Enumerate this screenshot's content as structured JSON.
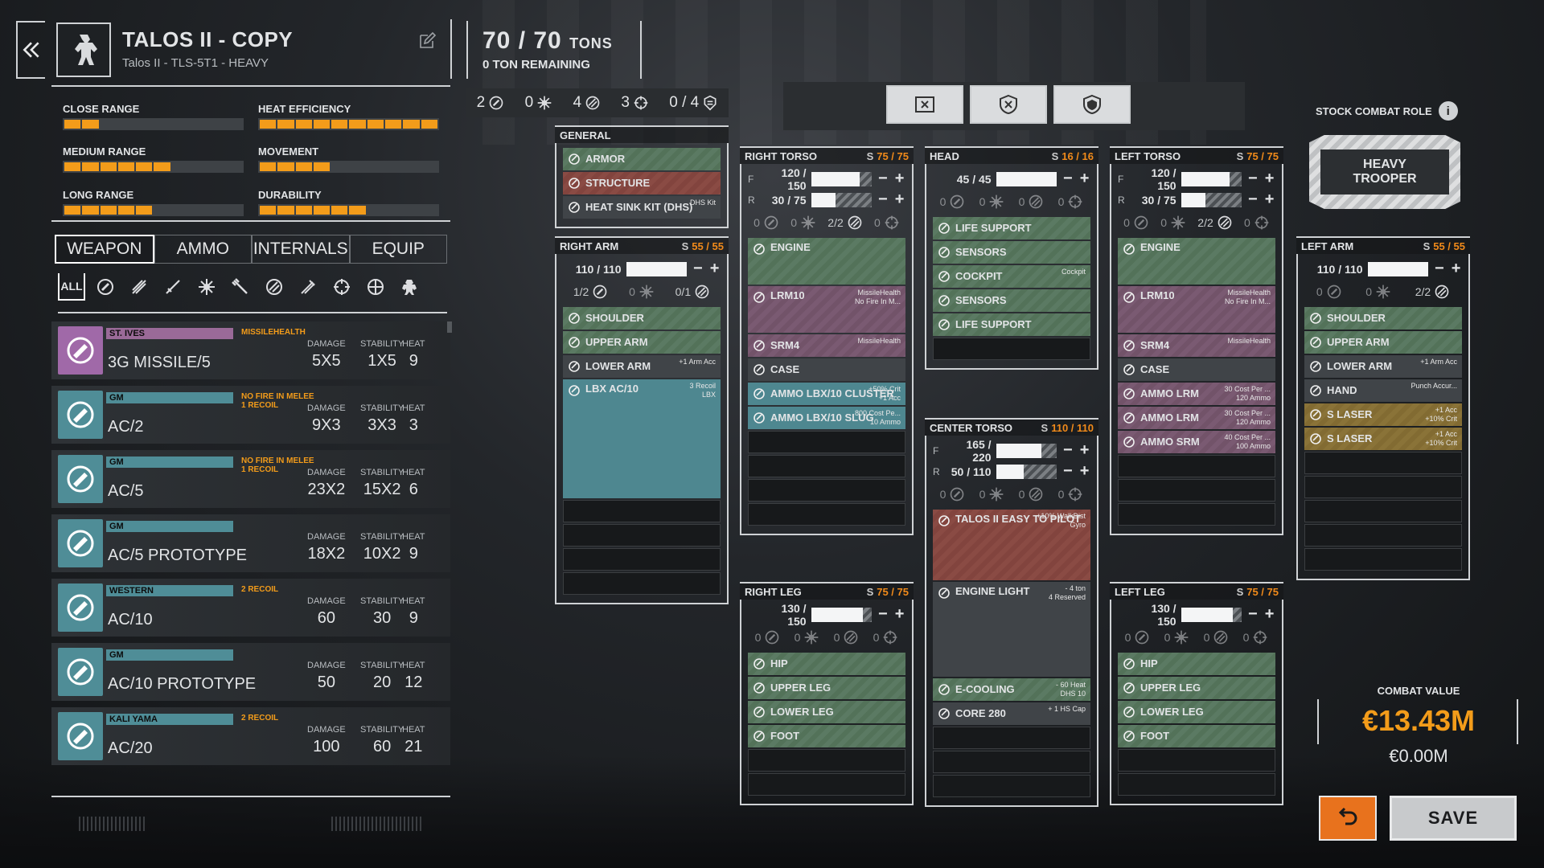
{
  "header": {
    "title": "TALOS II - COPY",
    "subtitle": "Talos II - TLS-5T1 - HEAVY"
  },
  "stats": [
    {
      "label": "CLOSE RANGE",
      "value": 0.24
    },
    {
      "label": "HEAT EFFICIENCY",
      "value": 1.0
    },
    {
      "label": "MEDIUM RANGE",
      "value": 0.6
    },
    {
      "label": "MOVEMENT",
      "value": 0.38
    },
    {
      "label": "LONG RANGE",
      "value": 0.52
    },
    {
      "label": "DURABILITY",
      "value": 0.6
    }
  ],
  "tabs": [
    "WEAPON",
    "AMMO",
    "INTERNALS",
    "EQUIP"
  ],
  "filter_all": "ALL",
  "weapons": [
    {
      "maker": "ST. IVES",
      "tag": "MISSILEHEALTH",
      "name": "3G MISSILE/5",
      "damage": "5X5",
      "stability": "1X5",
      "heat": "9",
      "color": "#a069a8",
      "maker_color": "#9a6a98"
    },
    {
      "maker": "GM",
      "tag": "NO FIRE IN MELEE\n1 RECOIL",
      "name": "AC/2",
      "damage": "9X3",
      "stability": "3X3",
      "heat": "3",
      "color": "#4f8d97",
      "maker_color": "#4f8d97"
    },
    {
      "maker": "GM",
      "tag": "NO FIRE IN MELEE\n1 RECOIL",
      "name": "AC/5",
      "damage": "23X2",
      "stability": "15X2",
      "heat": "6",
      "color": "#4f8d97",
      "maker_color": "#4f8d97"
    },
    {
      "maker": "GM",
      "tag": "",
      "name": "AC/5 PROTOTYPE",
      "damage": "18X2",
      "stability": "10X2",
      "heat": "9",
      "color": "#4f8d97",
      "maker_color": "#4f8d97"
    },
    {
      "maker": "WESTERN",
      "tag": "2 RECOIL",
      "name": "AC/10",
      "damage": "60",
      "stability": "30",
      "heat": "9",
      "color": "#4f8d97",
      "maker_color": "#4f8d97"
    },
    {
      "maker": "GM",
      "tag": "",
      "name": "AC/10 PROTOTYPE",
      "damage": "50",
      "stability": "20",
      "heat": "12",
      "color": "#4f8d97",
      "maker_color": "#4f8d97"
    },
    {
      "maker": "KALI YAMA",
      "tag": "2 RECOIL",
      "name": "AC/20",
      "damage": "100",
      "stability": "60",
      "heat": "21",
      "color": "#4f8d97",
      "maker_color": "#4f8d97"
    }
  ],
  "weapon_stat_labels": {
    "damage": "DAMAGE",
    "stability": "STABILITY",
    "heat": "HEAT"
  },
  "tonnage": {
    "main": "70 / 70",
    "unit": "TONS",
    "remaining": "0 TON REMAINING"
  },
  "hardpoints": [
    {
      "count": "2",
      "icon": "ballistic-icon"
    },
    {
      "count": "0",
      "icon": "energy-icon"
    },
    {
      "count": "4",
      "icon": "missile-icon"
    },
    {
      "count": "3",
      "icon": "support-icon"
    },
    {
      "count": "0 / 4",
      "icon": "jumpjet-icon"
    }
  ],
  "role": {
    "label": "STOCK COMBAT ROLE",
    "value": "HEAVY TROOPER"
  },
  "combat_value": {
    "label": "COMBAT VALUE",
    "value": "€13.43M",
    "delta": "€0.00M"
  },
  "save_label": "SAVE",
  "general": {
    "title": "GENERAL",
    "slots": [
      {
        "name": "ARMOR",
        "extra": "",
        "type": "green"
      },
      {
        "name": "STRUCTURE",
        "extra": "",
        "type": "red"
      },
      {
        "name": "HEAT SINK KIT (DHS)",
        "extra": "DHS Kit",
        "type": "gray"
      }
    ]
  },
  "right_arm": {
    "title": "RIGHT ARM",
    "cap_s": "S",
    "cap": "55 / 55",
    "armor": [
      {
        "face": "",
        "value": "110 / 110",
        "fill": 1.0
      }
    ],
    "hp": [
      "1/2",
      "0",
      "0/1"
    ],
    "slots": [
      {
        "name": "SHOULDER",
        "extra": "",
        "type": "green"
      },
      {
        "name": "UPPER ARM",
        "extra": "",
        "type": "green"
      },
      {
        "name": "LOWER ARM",
        "extra": "+1 Arm Acc",
        "type": "gray"
      },
      {
        "name": "LBX AC/10",
        "extra": "3 Recoil\nLBX",
        "type": "teal",
        "size": "tall6"
      },
      {
        "name": "",
        "extra": "",
        "type": "empty"
      },
      {
        "name": "",
        "extra": "",
        "type": "empty"
      },
      {
        "name": "",
        "extra": "",
        "type": "empty"
      },
      {
        "name": "",
        "extra": "",
        "type": "empty"
      }
    ]
  },
  "right_torso": {
    "title": "RIGHT TORSO",
    "cap_s": "S",
    "cap": "75 / 75",
    "armor": [
      {
        "face": "F",
        "value": "120 / 150",
        "fill": 0.8
      },
      {
        "face": "R",
        "value": "30 / 75",
        "fill": 0.4
      }
    ],
    "hp": [
      "0",
      "0",
      "2/2",
      "0"
    ],
    "slots": [
      {
        "name": "ENGINE",
        "extra": "",
        "type": "green",
        "size": "tall2"
      },
      {
        "name": "LRM10",
        "extra": "MissileHealth\nNo Fire In M...",
        "type": "purple",
        "size": "tall2"
      },
      {
        "name": "SRM4",
        "extra": "MissileHealth",
        "type": "purple"
      },
      {
        "name": "CASE",
        "extra": "",
        "type": "gray"
      },
      {
        "name": "AMMO LBX/10 CLUSTER",
        "extra": "+50% Crit\n+1 Acc",
        "type": "teal"
      },
      {
        "name": "AMMO LBX/10 SLUG",
        "extra": "800 Cost Pe...\n10 Ammo",
        "type": "teal"
      },
      {
        "name": "",
        "extra": "",
        "type": "empty"
      },
      {
        "name": "",
        "extra": "",
        "type": "empty"
      },
      {
        "name": "",
        "extra": "",
        "type": "empty"
      },
      {
        "name": "",
        "extra": "",
        "type": "empty"
      }
    ]
  },
  "head": {
    "title": "HEAD",
    "cap_s": "S",
    "cap": "16 / 16",
    "armor": [
      {
        "face": "",
        "value": "45 / 45",
        "fill": 1.0
      }
    ],
    "hp": [
      "0",
      "0",
      "0",
      "0"
    ],
    "slots": [
      {
        "name": "LIFE SUPPORT",
        "extra": "",
        "type": "green"
      },
      {
        "name": "SENSORS",
        "extra": "",
        "type": "green"
      },
      {
        "name": "COCKPIT",
        "extra": "Cockpit",
        "type": "green"
      },
      {
        "name": "SENSORS",
        "extra": "",
        "type": "green"
      },
      {
        "name": "LIFE SUPPORT",
        "extra": "",
        "type": "green"
      },
      {
        "name": "",
        "extra": "",
        "type": "empty"
      }
    ]
  },
  "center_torso": {
    "title": "CENTER TORSO",
    "cap_s": "S",
    "cap": "110 / 110",
    "armor": [
      {
        "face": "F",
        "value": "165 / 220",
        "fill": 0.75
      },
      {
        "face": "R",
        "value": "50 / 110",
        "fill": 0.45
      }
    ],
    "hp": [
      "0",
      "0",
      "0",
      "0"
    ],
    "slots": [
      {
        "name": "TALOS II EASY TO PILOT",
        "extra": "+10% WalkDist\nGyro",
        "type": "red",
        "size": "tall3"
      },
      {
        "name": "ENGINE LIGHT",
        "extra": "- 4 ton\n4 Reserved",
        "type": "gray",
        "size": "tall4"
      },
      {
        "name": "E-COOLING",
        "extra": "- 60 Heat\nDHS 10",
        "type": "green"
      },
      {
        "name": "CORE 280",
        "extra": "+ 1 HS Cap",
        "type": "gray"
      },
      {
        "name": "",
        "extra": "",
        "type": "empty"
      },
      {
        "name": "",
        "extra": "",
        "type": "empty"
      },
      {
        "name": "",
        "extra": "",
        "type": "empty"
      }
    ]
  },
  "left_torso": {
    "title": "LEFT TORSO",
    "cap_s": "S",
    "cap": "75 / 75",
    "armor": [
      {
        "face": "F",
        "value": "120 / 150",
        "fill": 0.8
      },
      {
        "face": "R",
        "value": "30 / 75",
        "fill": 0.4
      }
    ],
    "hp": [
      "0",
      "0",
      "2/2",
      "0"
    ],
    "slots": [
      {
        "name": "ENGINE",
        "extra": "",
        "type": "green",
        "size": "tall2"
      },
      {
        "name": "LRM10",
        "extra": "MissileHealth\nNo Fire In M...",
        "type": "purple",
        "size": "tall2"
      },
      {
        "name": "SRM4",
        "extra": "MissileHealth",
        "type": "purple"
      },
      {
        "name": "CASE",
        "extra": "",
        "type": "gray"
      },
      {
        "name": "AMMO LRM",
        "extra": "30 Cost Per ...\n120 Ammo",
        "type": "purple"
      },
      {
        "name": "AMMO LRM",
        "extra": "30 Cost Per ...\n120 Ammo",
        "type": "purple"
      },
      {
        "name": "AMMO SRM",
        "extra": "40 Cost Per ...\n100 Ammo",
        "type": "purple"
      },
      {
        "name": "",
        "extra": "",
        "type": "empty"
      },
      {
        "name": "",
        "extra": "",
        "type": "empty"
      },
      {
        "name": "",
        "extra": "",
        "type": "empty"
      }
    ]
  },
  "left_arm": {
    "title": "LEFT ARM",
    "cap_s": "S",
    "cap": "55 / 55",
    "armor": [
      {
        "face": "",
        "value": "110 / 110",
        "fill": 1.0
      }
    ],
    "hp": [
      "0",
      "0",
      "2/2"
    ],
    "slots": [
      {
        "name": "SHOULDER",
        "extra": "",
        "type": "green"
      },
      {
        "name": "UPPER ARM",
        "extra": "",
        "type": "green"
      },
      {
        "name": "LOWER ARM",
        "extra": "+1 Arm Acc",
        "type": "gray"
      },
      {
        "name": "HAND",
        "extra": "Punch Accur...",
        "type": "gray"
      },
      {
        "name": "S LASER",
        "extra": "+1 Acc\n+10% Crit",
        "type": "gold"
      },
      {
        "name": "S LASER",
        "extra": "+1 Acc\n+10% Crit",
        "type": "gold"
      },
      {
        "name": "",
        "extra": "",
        "type": "empty"
      },
      {
        "name": "",
        "extra": "",
        "type": "empty"
      },
      {
        "name": "",
        "extra": "",
        "type": "empty"
      },
      {
        "name": "",
        "extra": "",
        "type": "empty"
      },
      {
        "name": "",
        "extra": "",
        "type": "empty"
      }
    ]
  },
  "right_leg": {
    "title": "RIGHT LEG",
    "cap_s": "S",
    "cap": "75 / 75",
    "armor": [
      {
        "face": "",
        "value": "130 / 150",
        "fill": 0.85
      }
    ],
    "hp": [
      "0",
      "0",
      "0",
      "0"
    ],
    "slots": [
      {
        "name": "HIP",
        "extra": "",
        "type": "green"
      },
      {
        "name": "UPPER LEG",
        "extra": "",
        "type": "green"
      },
      {
        "name": "LOWER LEG",
        "extra": "",
        "type": "green"
      },
      {
        "name": "FOOT",
        "extra": "",
        "type": "green"
      },
      {
        "name": "",
        "extra": "",
        "type": "empty"
      },
      {
        "name": "",
        "extra": "",
        "type": "empty"
      }
    ]
  },
  "left_leg": {
    "title": "LEFT LEG",
    "cap_s": "S",
    "cap": "75 / 75",
    "armor": [
      {
        "face": "",
        "value": "130 / 150",
        "fill": 0.85
      }
    ],
    "hp": [
      "0",
      "0",
      "0",
      "0"
    ],
    "slots": [
      {
        "name": "HIP",
        "extra": "",
        "type": "green"
      },
      {
        "name": "UPPER LEG",
        "extra": "",
        "type": "green"
      },
      {
        "name": "LOWER LEG",
        "extra": "",
        "type": "green"
      },
      {
        "name": "FOOT",
        "extra": "",
        "type": "green"
      },
      {
        "name": "",
        "extra": "",
        "type": "empty"
      },
      {
        "name": "",
        "extra": "",
        "type": "empty"
      }
    ]
  }
}
